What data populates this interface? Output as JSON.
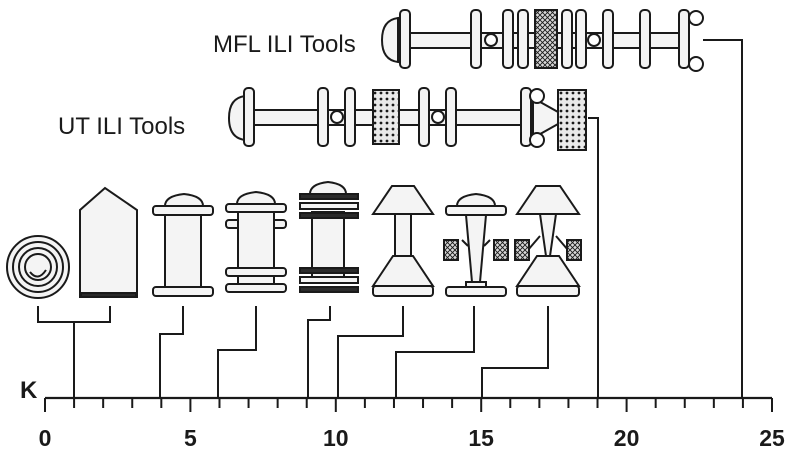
{
  "labels": {
    "mfl": "MFL ILI Tools",
    "ut": "UT ILI Tools"
  },
  "axis": {
    "symbol": "K",
    "min": 0,
    "max": 25,
    "major_ticks": [
      0,
      5,
      10,
      15,
      20,
      25
    ],
    "minor_step": 1
  },
  "pigs": [
    {
      "name": "foam-ball-pig",
      "k_value": 1
    },
    {
      "name": "foam-bullet-pig",
      "k_value": 1
    },
    {
      "name": "two-cup-mandrel-pig",
      "k_value": 4
    },
    {
      "name": "four-cup-mandrel-pig",
      "k_value": 6
    },
    {
      "name": "multi-disc-mandrel-pig",
      "k_value": 9
    },
    {
      "name": "cone-cup-pig",
      "k_value": 10
    },
    {
      "name": "brush-cleaning-pig",
      "k_value": 12
    },
    {
      "name": "cone-cup-brush-pig",
      "k_value": 15
    },
    {
      "name": "ut-ili-tool",
      "k_value": 19
    },
    {
      "name": "mfl-ili-tool",
      "k_value": 24
    }
  ]
}
